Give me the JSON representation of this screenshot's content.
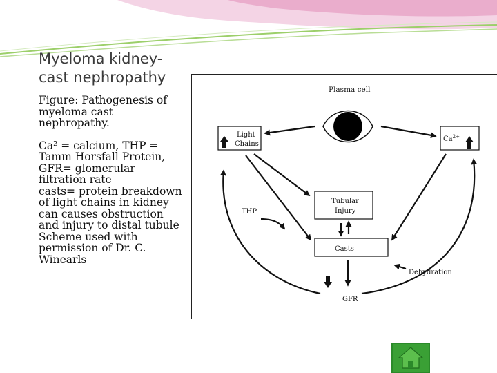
{
  "slide": {
    "title_lines": [
      "Myeloma kidney-",
      "cast nephropathy"
    ],
    "caption_lines": [
      "Figure: Pathogenesis of",
      "myeloma cast",
      "nephropathy.",
      "",
      "Ca² = calcium, THP =",
      "Tamm Horsfall Protein,",
      "GFR= glomerular",
      "filtration rate",
      "casts= protein breakdown",
      "of light chains in kidney",
      "can causes obstruction",
      "and injury to distal tubule",
      "Scheme used with",
      "permission of  Dr. C.",
      "Winearls"
    ]
  },
  "figure": {
    "plasma_cell_label": "Plasma cell",
    "light_chains_lines": [
      "Light",
      "Chains"
    ],
    "calcium_label": "Ca",
    "calcium_superscript": "2+",
    "tubular_injury_lines": [
      "Tubular",
      "Injury"
    ],
    "casts_label": "Casts",
    "thp_label": "THP",
    "dehydration_label": "Dehydration",
    "gfr_label": "GFR"
  },
  "colors": {
    "banner_pink": "#e8a6c8",
    "banner_green": "#9ccf6a",
    "home_green": "#3aa035",
    "home_border": "#2b8a2a"
  },
  "icons": {
    "home_button": "house-icon"
  }
}
